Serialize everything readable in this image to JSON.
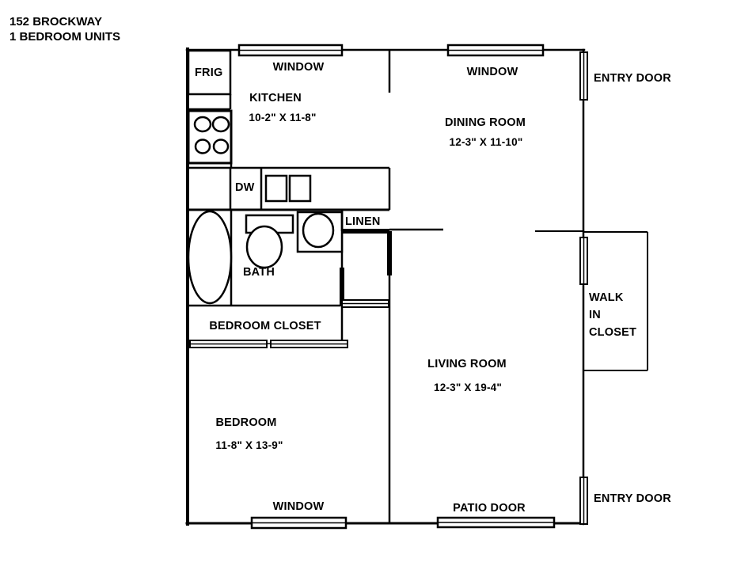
{
  "document": {
    "title_line_1": "152 BROCKWAY",
    "title_line_2": "1 BEDROOM UNITS",
    "type": "apartment floor plan",
    "ink_color": "#000000",
    "paper_color": "#ffffff"
  },
  "rooms": [
    {
      "id": "kitchen",
      "name": "KITCHEN",
      "dimensions": "10-2\" X 11-8\""
    },
    {
      "id": "dining-room",
      "name": "DINING ROOM",
      "dimensions": "12-3\" X 11-10\""
    },
    {
      "id": "living-room",
      "name": "LIVING ROOM",
      "dimensions": "12-3\" X 19-4\""
    },
    {
      "id": "bedroom",
      "name": "BEDROOM",
      "dimensions": "11-8\" X 13-9\""
    },
    {
      "id": "bath",
      "name": "BATH",
      "dimensions": ""
    },
    {
      "id": "bedroom-closet",
      "name": "BEDROOM CLOSET",
      "dimensions": ""
    },
    {
      "id": "linen-closet",
      "name": "LINEN",
      "dimensions": ""
    },
    {
      "id": "walk-in-closet",
      "name_line_1": "WALK",
      "name_line_2": "IN",
      "name_line_3": "CLOSET"
    }
  ],
  "appliances": [
    {
      "id": "refrigerator",
      "label": "FRIG"
    },
    {
      "id": "dishwasher",
      "label": "DW"
    },
    {
      "id": "range",
      "label": ""
    }
  ],
  "openings": [
    {
      "id": "kitchen-window",
      "label": "WINDOW"
    },
    {
      "id": "dining-window",
      "label": "WINDOW"
    },
    {
      "id": "bedroom-window",
      "label": "WINDOW"
    },
    {
      "id": "patio-door",
      "label": "PATIO DOOR"
    },
    {
      "id": "entry-door-top",
      "label": "ENTRY DOOR"
    },
    {
      "id": "entry-door-bottom",
      "label": "ENTRY DOOR"
    }
  ]
}
